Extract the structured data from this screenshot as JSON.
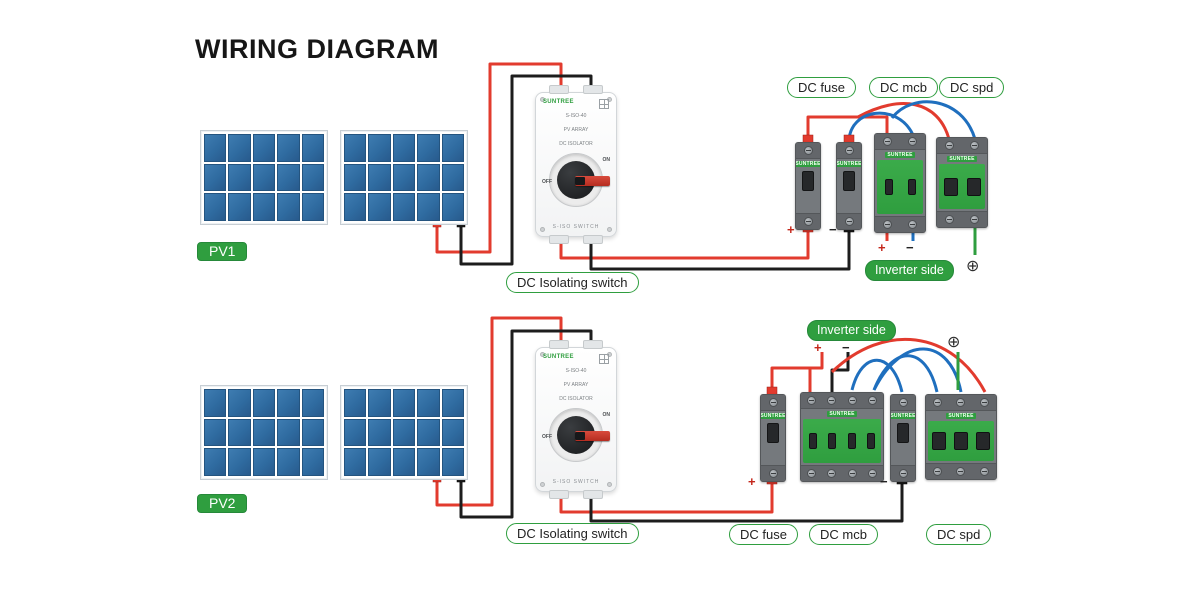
{
  "title": "WIRING DIAGRAM",
  "labels": {
    "pv1": "PV1",
    "pv2": "PV2",
    "dc_fuse": "DC fuse",
    "dc_mcb": "DC mcb",
    "dc_spd": "DC spd",
    "isolating_switch": "DC Isolating switch",
    "inverter_side": "Inverter side",
    "plus": "+",
    "minus": "−",
    "ground": "⊕"
  },
  "device": {
    "brand": "SUNTREE",
    "model": "S-ISO-40",
    "line1": "PV ARRAY",
    "line2": "DC ISOLATOR",
    "on_label": "ON",
    "off_label": "OFF",
    "switch_label": "S-ISO SWITCH"
  },
  "colors": {
    "accent_green": "#2f9e3f",
    "wire_red": "#e23b2e",
    "wire_black": "#1d1d1d",
    "wire_blue": "#1f6fbe",
    "wire_green": "#2f9e3f",
    "panel_cell": "#2f6ba0"
  },
  "panel_grid": {
    "cols": 5,
    "rows": 3
  }
}
